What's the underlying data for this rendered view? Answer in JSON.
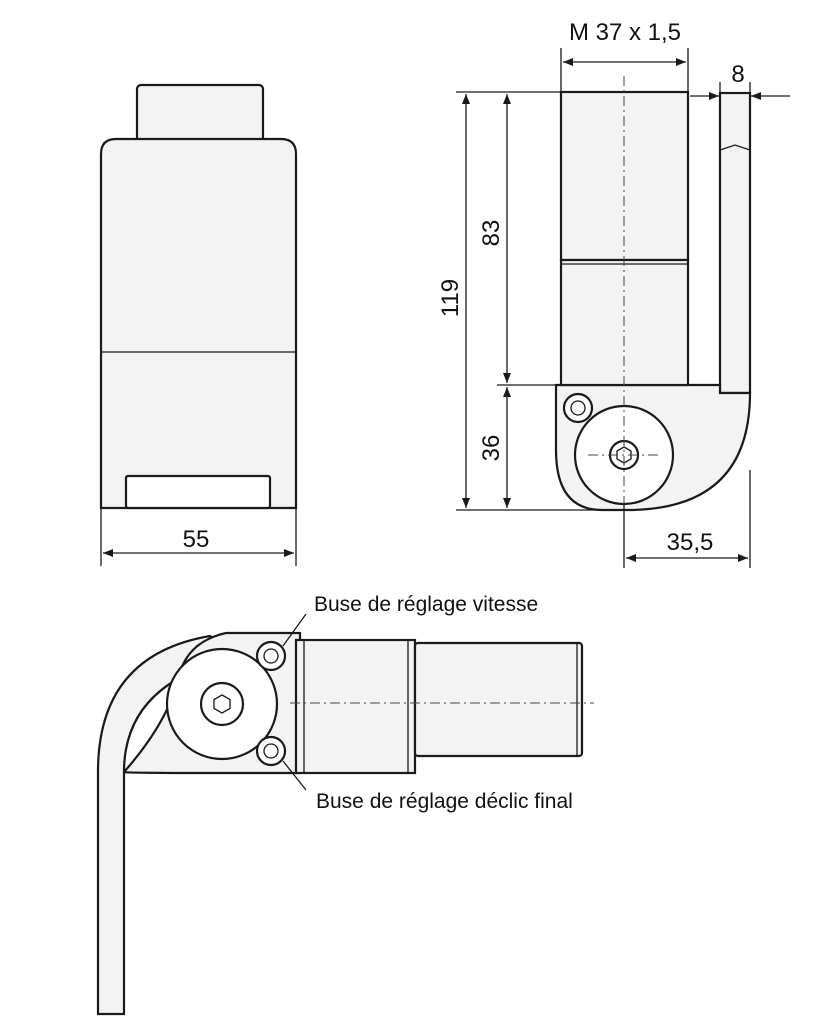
{
  "dimensions": {
    "width_front": "55",
    "thread": "M 37 x 1,5",
    "plate_thickness": "8",
    "total_height": "119",
    "cylinder_height": "83",
    "knuckle_height": "36",
    "axis_offset": "35,5"
  },
  "labels": {
    "speed_nozzle": "Buse de réglage vitesse",
    "final_click_nozzle": "Buse de réglage déclic final"
  },
  "colors": {
    "line": "#1a1a1a",
    "fill": "#f3f3f3",
    "background": "#ffffff"
  }
}
